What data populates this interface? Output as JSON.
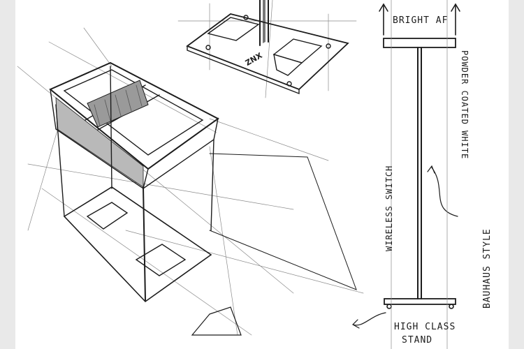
{
  "sketch": {
    "labels": {
      "bright": "BRIGHT AF",
      "powder": "POWDER COATED WHITE",
      "wireless": "WIRELESS SWITCH",
      "bauhaus": "BAUHAUS STYLE",
      "stand_line1": "HIGH CLASS",
      "stand_line2": "STAND",
      "logo": "ZNX"
    },
    "colors": {
      "paper": "#ffffff",
      "margin": "#e9e9e9",
      "ink": "#1c1c1c",
      "shade": "#6e6e6e"
    }
  }
}
